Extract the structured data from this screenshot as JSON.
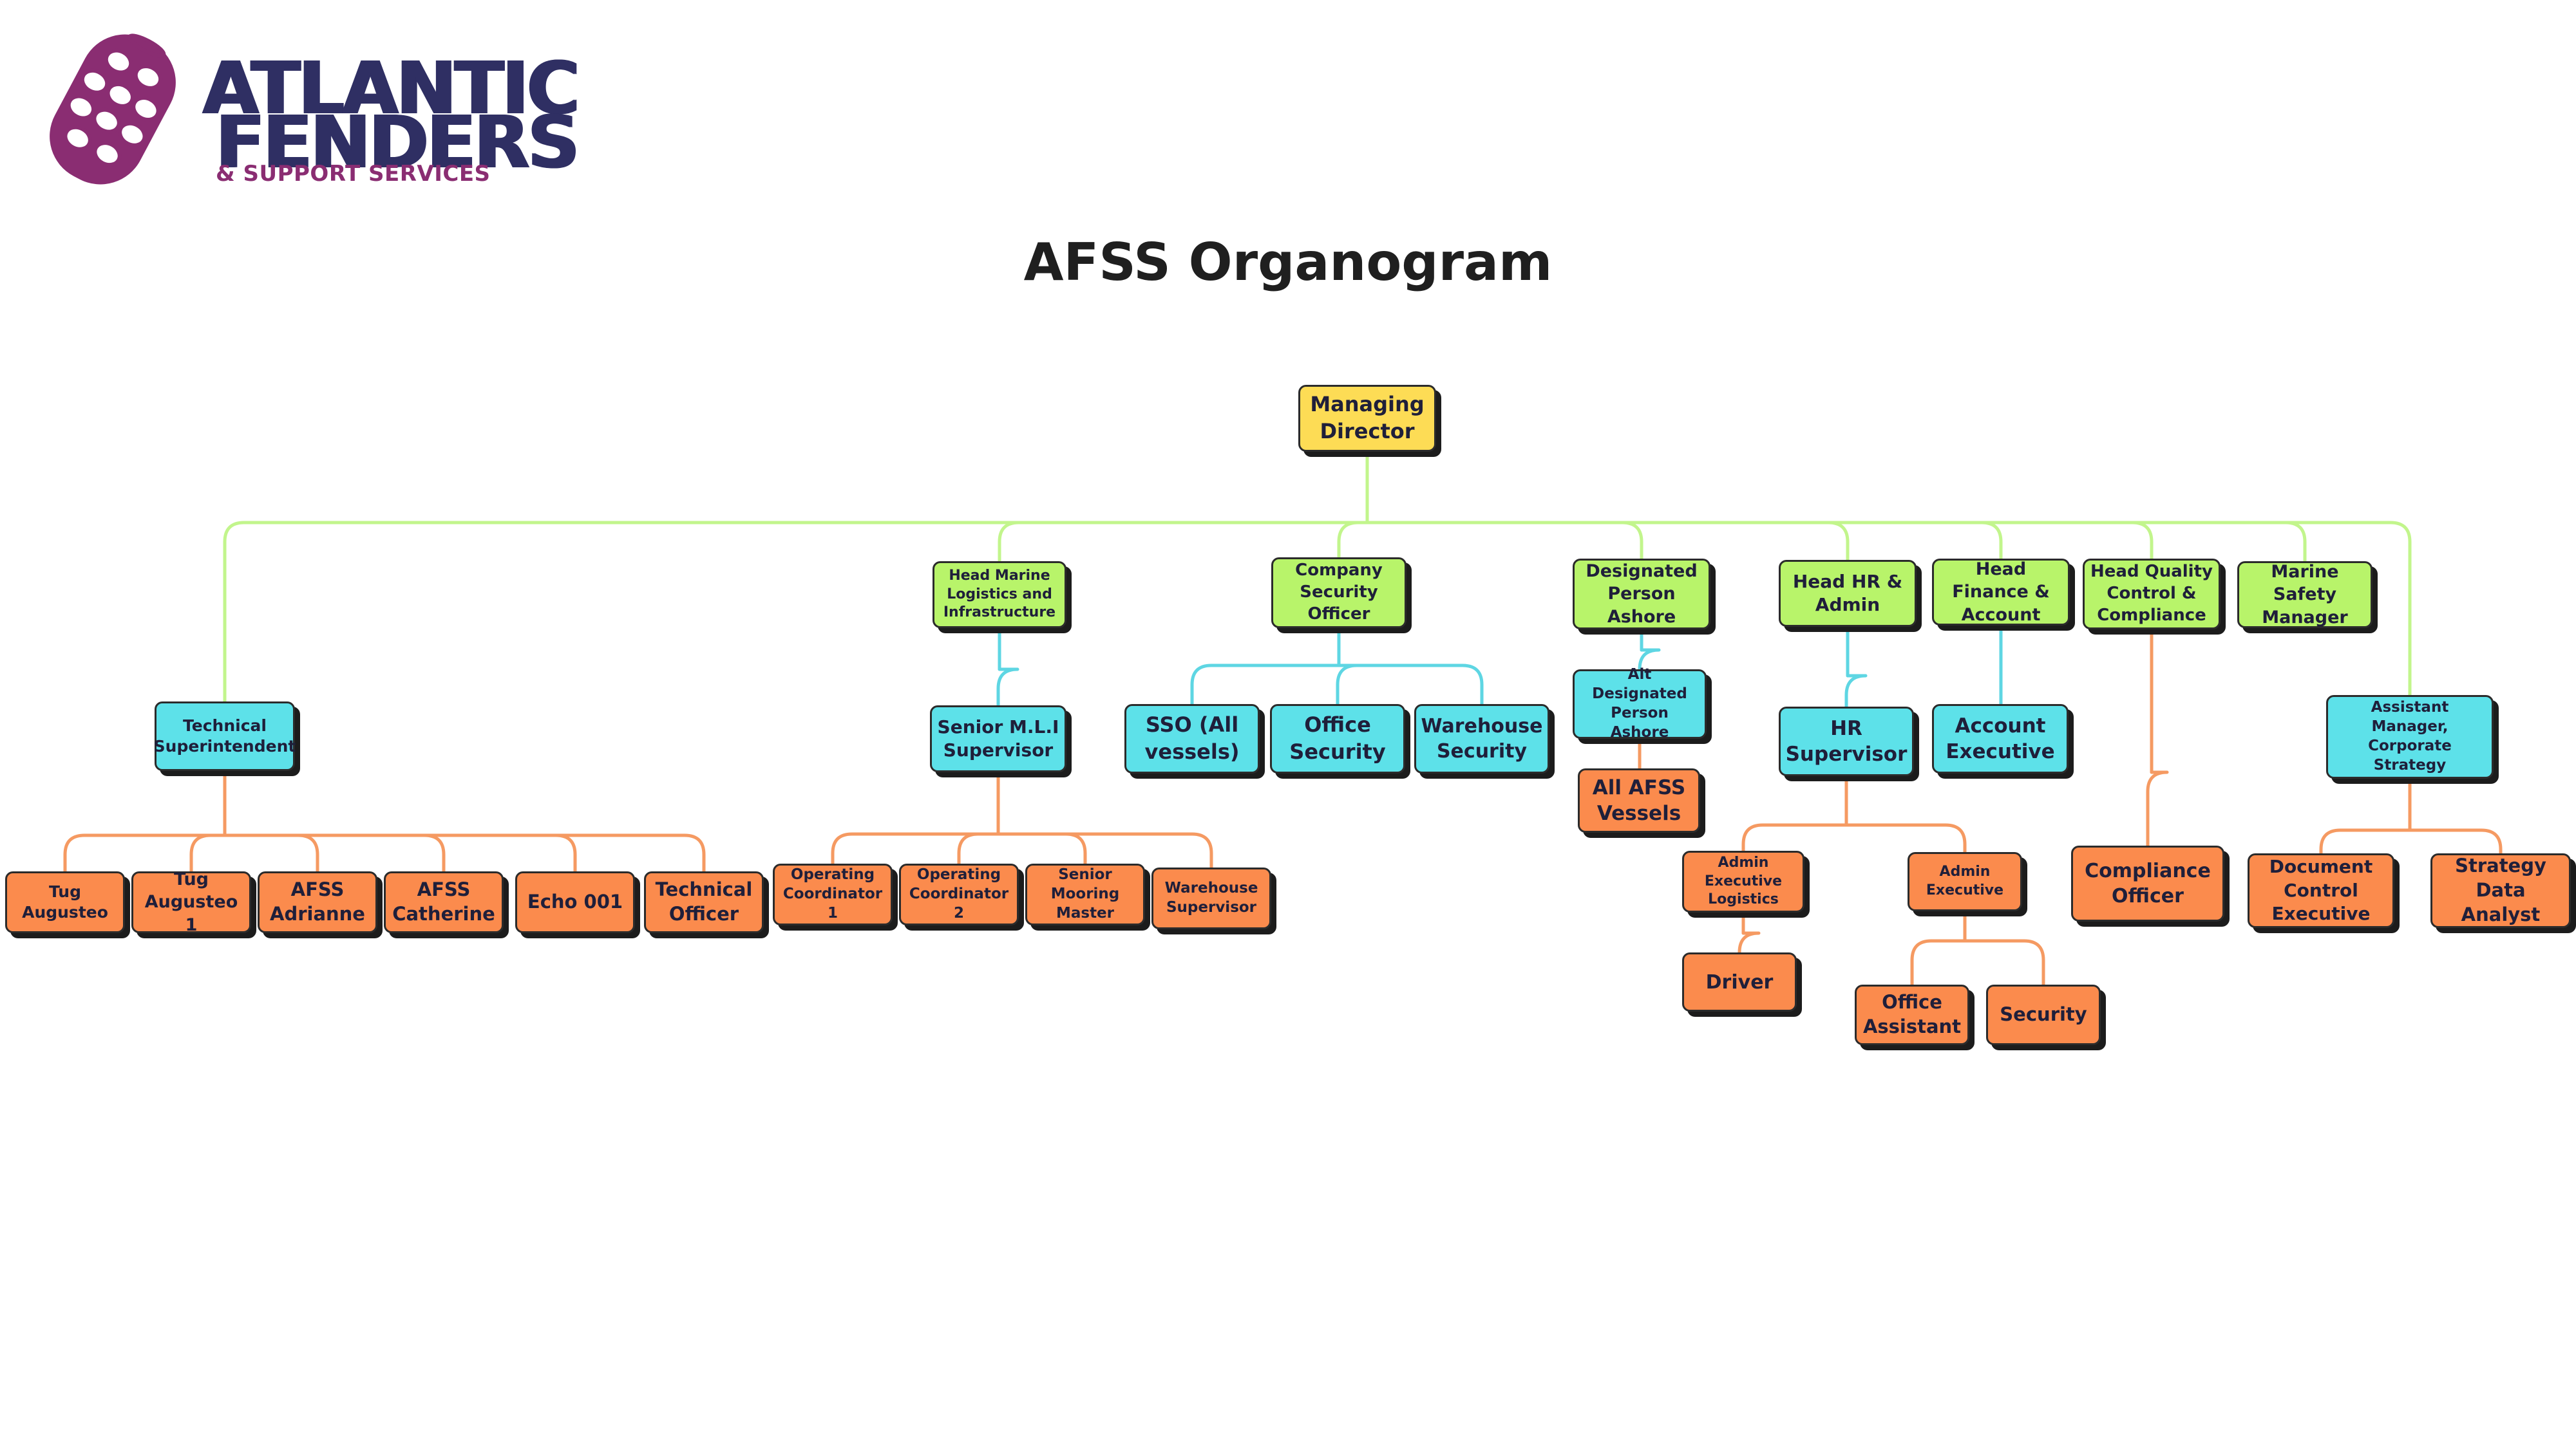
{
  "logo": {
    "line1": "ATLANTIC",
    "line2": "FENDERS",
    "line3": "& SUPPORT SERVICES",
    "icon": "fender-logo-icon"
  },
  "title": "AFSS Organogram",
  "colors": {
    "yellow": "#fddc55",
    "green": "#b8f46a",
    "cyan": "#5de1e9",
    "orange": "#fb8b4d",
    "green_line": "#c2f58c",
    "cyan_line": "#5ed6e3",
    "orange_line": "#f59a62",
    "brand_navy": "#2f2f63",
    "brand_purple": "#8a2d72"
  },
  "nodes": {
    "managing_director": "Managing Director",
    "technical_superintendent": "Technical Superintendent",
    "head_marine_logistics": "Head Marine Logistics and Infrastructure",
    "company_security_officer": "Company Security Officer",
    "designated_person_ashore": "Designated Person Ashore",
    "head_hr_admin": "Head HR & Admin",
    "head_finance_account": "Head Finance & Account",
    "head_quality_control": "Head Quality Control & Compliance",
    "marine_safety_manager": "Marine Safety Manager",
    "assistant_manager_strategy": "Assistant Manager, Corporate Strategy",
    "senior_mli_supervisor": "Senior M.L.I Supervisor",
    "sso_all_vessels": "SSO (All vessels)",
    "office_security": "Office Security",
    "warehouse_security": "Warehouse Security",
    "alt_designated_person": "Alt Designated Person Ashore",
    "all_afss_vessels": "All AFSS Vessels",
    "hr_supervisor": "HR Supervisor",
    "account_executive": "Account Executive",
    "tug_augusteo": "Tug Augusteo",
    "tug_augusteo_1": "Tug Augusteo 1",
    "afss_adrianne": "AFSS Adrianne",
    "afss_catherine": "AFSS Catherine",
    "echo_001": "Echo 001",
    "technical_officer": "Technical Officer",
    "operating_coordinator_1": "Operating Coordinator 1",
    "operating_coordinator_2": "Operating Coordinator 2",
    "senior_mooring_master": "Senior Mooring Master",
    "warehouse_supervisor": "Warehouse Supervisor",
    "admin_executive_logistics": "Admin Executive Logistics",
    "admin_executive": "Admin Executive",
    "driver": "Driver",
    "office_assistant": "Office Assistant",
    "security": "Security",
    "compliance_officer": "Compliance Officer",
    "document_control_executive": "Document Control Executive",
    "strategy_data_analyst": "Strategy Data Analyst"
  }
}
